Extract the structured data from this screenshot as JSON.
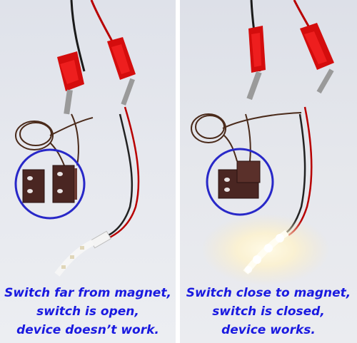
{
  "caption_color": "#1a1ae0",
  "left": {
    "state": "open",
    "caption": {
      "line1": "Switch far from magnet,",
      "line2": "switch is open,",
      "line3": "device doesn’t work."
    }
  },
  "right": {
    "state": "closed",
    "caption": {
      "line1": "Switch close to magnet,",
      "line2": "switch is closed,",
      "line3": "device works."
    }
  }
}
